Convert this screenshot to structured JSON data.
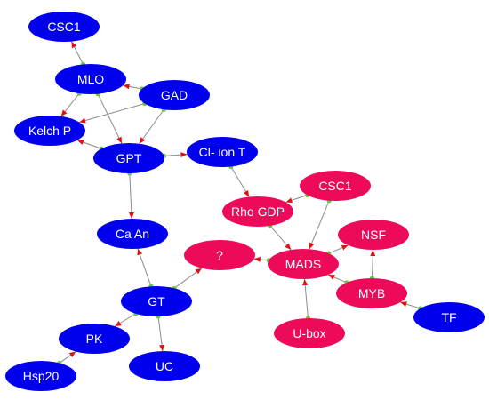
{
  "colors": {
    "blue_node": "#0000ee",
    "red_node": "#ee0a5a",
    "edge": "#8c8c8c",
    "edge_source_dot": "#66cc33",
    "edge_target_arrow": "#e01010"
  },
  "nodes": {
    "csc1_blue": {
      "label": "CSC1"
    },
    "mlo": {
      "label": "MLO"
    },
    "gad": {
      "label": "GAD"
    },
    "kelch": {
      "label": "Kelch P"
    },
    "gpt": {
      "label": "GPT"
    },
    "cl_ion": {
      "label": "Cl- ion T"
    },
    "ca_an": {
      "label": "Ca An"
    },
    "gt": {
      "label": "GT"
    },
    "pk": {
      "label": "PK"
    },
    "hsp20": {
      "label": "Hsp20"
    },
    "uc": {
      "label": "UC"
    },
    "csc1_red": {
      "label": "CSC1"
    },
    "rho_gdp": {
      "label": "Rho GDP"
    },
    "nsf": {
      "label": "NSF"
    },
    "unknown": {
      "label": "?"
    },
    "mads": {
      "label": "MADS"
    },
    "myb": {
      "label": "MYB"
    },
    "tf": {
      "label": "TF"
    },
    "ubox": {
      "label": "U-box"
    }
  }
}
